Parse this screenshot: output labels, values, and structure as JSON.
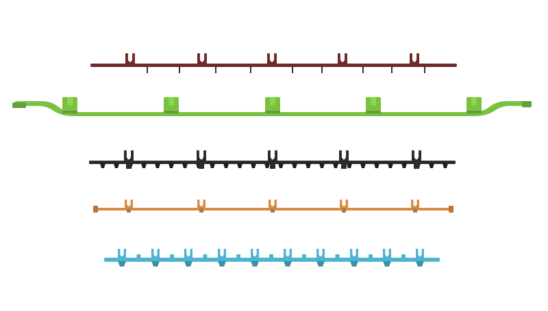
{
  "scene": {
    "background": "#ffffff",
    "rails": [
      {
        "id": "rail-maroon",
        "color": "#6e2a2a",
        "style": "maroon"
      },
      {
        "id": "rail-green",
        "color": "#7ac142",
        "style": "green"
      },
      {
        "id": "rail-black",
        "color": "#2b2b2b",
        "style": "black"
      },
      {
        "id": "rail-orange",
        "color": "#d98a45",
        "style": "orange"
      },
      {
        "id": "rail-blue",
        "color": "#4fb4cf",
        "style": "blue"
      }
    ]
  }
}
